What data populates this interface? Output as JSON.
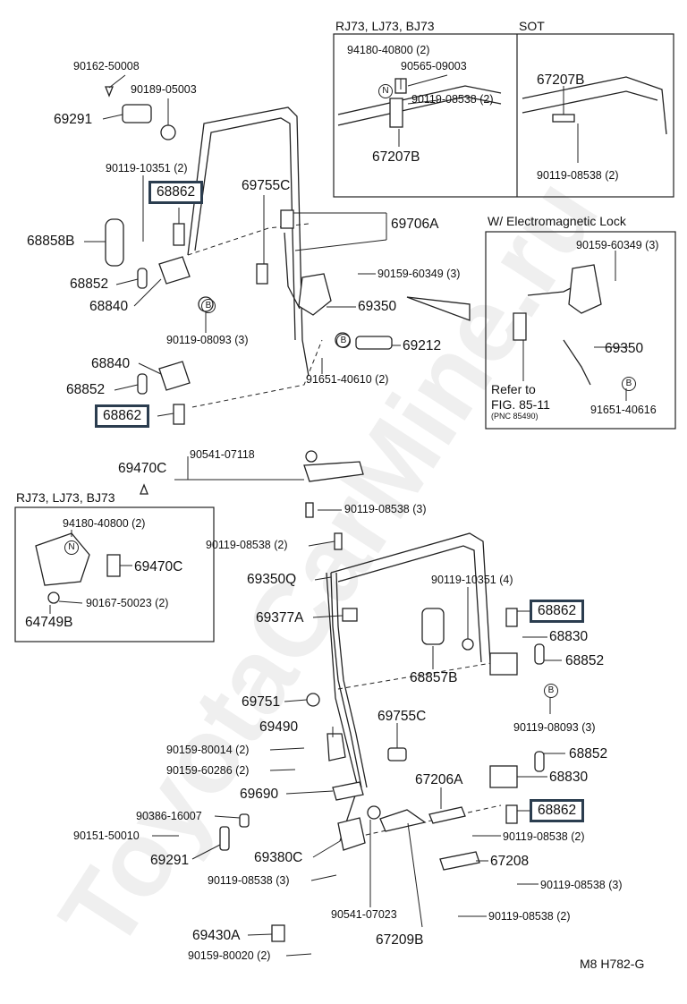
{
  "watermark": "ToyotaCarMine.ru",
  "insets": {
    "rj73_top": {
      "title": "RJ73, LJ73, BJ73",
      "parts": [
        "94180-40800 (2)",
        "90565-09003",
        "90119-08538 (2)",
        "67207B"
      ]
    },
    "sot": {
      "title": "SOT",
      "parts": [
        "67207B",
        "90119-08538 (2)"
      ]
    },
    "em_lock": {
      "title": "W/ Electromagnetic Lock",
      "parts": [
        "90159-60349 (3)",
        "69350",
        "91651-40616"
      ],
      "refer": [
        "Refer to",
        "FIG. 85-11",
        "(PNC 85490)"
      ]
    },
    "rj73_bottom": {
      "title": "RJ73, LJ73, BJ73",
      "parts": [
        "94180-40800 (2)",
        "69470C",
        "90167-50023 (2)",
        "64749B"
      ]
    }
  },
  "upper_parts": [
    "90162-50008",
    "90189-05003",
    "69291",
    "90119-10351 (2)",
    "68862",
    "69755C",
    "69706A",
    "68858B",
    "90159-60349 (3)",
    "68852",
    "68840",
    "69350",
    "90119-08093 (3)",
    "69212",
    "68840",
    "68852",
    "91651-40610 (2)",
    "68862"
  ],
  "lower_parts": [
    "90541-07118",
    "69470C",
    "90119-08538 (3)",
    "90119-08538 (2)",
    "69350Q",
    "90119-10351 (4)",
    "68862",
    "69377A",
    "68830",
    "68852",
    "68857B",
    "69751",
    "90119-08093 (3)",
    "69490",
    "69755C",
    "90159-80014 (2)",
    "90159-60286 (2)",
    "68852",
    "68830",
    "69690",
    "67206A",
    "90386-16007",
    "68862",
    "90151-50010",
    "90119-08538 (2)",
    "69291",
    "69380C",
    "67208",
    "90119-08538 (3)",
    "90119-08538 (3)",
    "90541-07023",
    "90119-08538 (2)",
    "69430A",
    "67209B",
    "90159-80020 (2)"
  ],
  "callout_letters": {
    "n": "N",
    "b": "B"
  },
  "figure_code": "M8  H782-G",
  "colors": {
    "highlight_border": "#2b3d4f",
    "ink": "#222222",
    "watermark": "#efefef"
  }
}
